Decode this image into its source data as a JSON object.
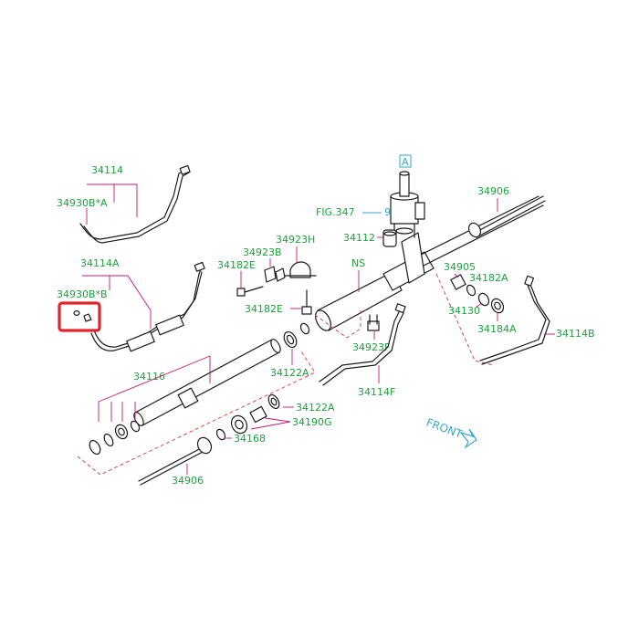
{
  "highlight_color": "#e0262b",
  "label_color": "#1aa33a",
  "leader_color": "#c2187a",
  "labels": {
    "l34114": "34114",
    "l34930b_a": "34930B*A",
    "l34114a": "34114A",
    "l34930b_b": "34930B*B",
    "l34116": "34116",
    "l34906_top": "34906",
    "l34906_bot": "34906",
    "fig": "FIG.347",
    "fig_num": "9",
    "box_a": "A",
    "l34112": "34112",
    "l34923h": "34923H",
    "l34923b": "34923B",
    "l34182e_1": "34182E",
    "l34182e_2": "34182E",
    "ns": "NS",
    "l34905": "34905",
    "l34182a": "34182A",
    "l34130": "34130",
    "l34184a": "34184A",
    "l34114b": "34114B",
    "l34923f": "34923F",
    "l34114f": "34114F",
    "l34122a_1": "34122A",
    "l34122a_2": "34122A",
    "l34190g": "34190G",
    "l34168": "34168",
    "front": "FRONT"
  }
}
